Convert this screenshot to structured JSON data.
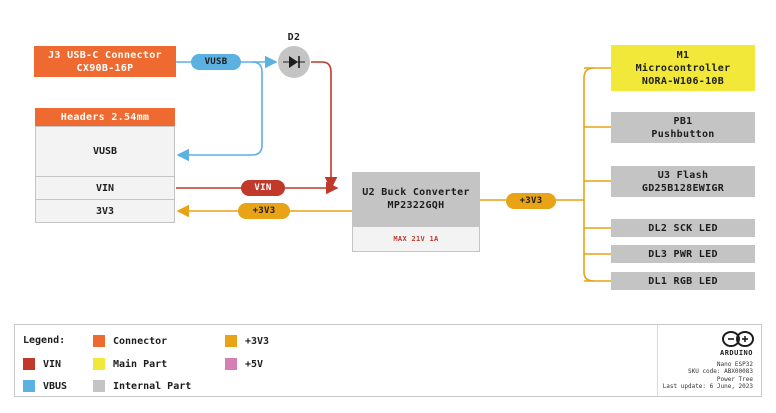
{
  "colors": {
    "connector": "#ee6a30",
    "vin": "#c0392b",
    "vbus": "#5bb1e0",
    "v3v3": "#e8a317",
    "v5": "#d67fb4",
    "main_part": "#f2e839",
    "internal_part": "#c4c4c4"
  },
  "diagram": {
    "j3": {
      "line1": "J3 USB-C Connector",
      "line2": "CX90B-16P"
    },
    "d2": {
      "label": "D2"
    },
    "headers": {
      "title": "Headers 2.54mm",
      "pin1": "VUSB",
      "pin2": "VIN",
      "pin3": "3V3"
    },
    "buck": {
      "line1": "U2 Buck Converter",
      "line2": "MP2322GQH",
      "note": "MAX 21V 1A"
    },
    "nets": {
      "vusb": "VUSB",
      "vin": "VIN",
      "v3v3_left": "+3V3",
      "v3v3_right": "+3V3"
    },
    "m1": {
      "line1": "M1",
      "line2": "Microcontroller",
      "line3": "NORA-W106-10B"
    },
    "pb1": {
      "line1": "PB1",
      "line2": "Pushbutton"
    },
    "u3": {
      "line1": "U3 Flash",
      "line2": "GD25B128EWIGR"
    },
    "dl2": {
      "label": "DL2 SCK LED"
    },
    "dl3": {
      "label": "DL3 PWR LED"
    },
    "dl1": {
      "label": "DL1 RGB LED"
    }
  },
  "legend": {
    "title": "Legend:",
    "connector": "Connector",
    "vin": "VIN",
    "vbus": "VBUS",
    "main_part": "Main Part",
    "internal_part": "Internal Part",
    "v3v3": "+3V3",
    "v5": "+5V"
  },
  "info": {
    "brand": "ARDUINO",
    "product": "Nano ESP32",
    "sku": "SKU code: ABX00083",
    "doc": "Power Tree",
    "updated": "Last update: 6 June, 2023"
  }
}
